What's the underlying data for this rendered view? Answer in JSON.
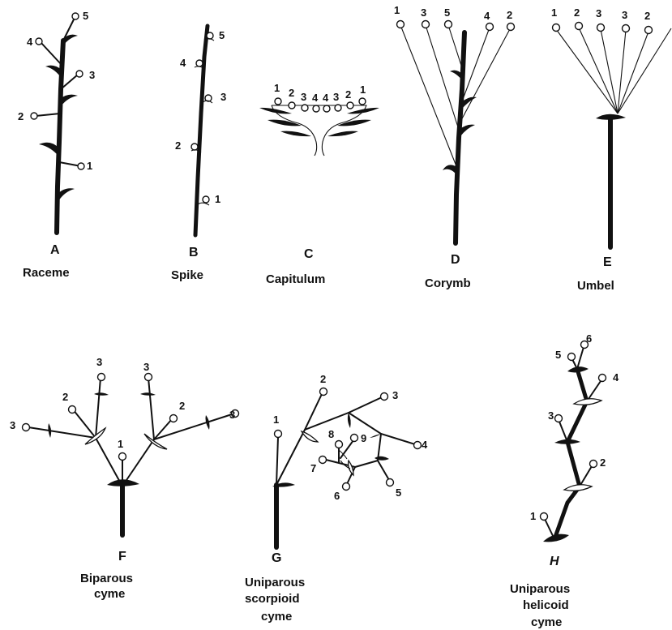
{
  "panels": {
    "A": {
      "letter": "A",
      "caption": "Raceme",
      "numbers": [
        "1",
        "2",
        "3",
        "4",
        "5"
      ]
    },
    "B": {
      "letter": "B",
      "caption": "Spike",
      "numbers": [
        "1",
        "2",
        "3",
        "4",
        "5"
      ]
    },
    "C": {
      "letter": "C",
      "caption": "Capitulum",
      "numbers": [
        "1",
        "2",
        "3",
        "4",
        "4",
        "3",
        "2",
        "1"
      ]
    },
    "D": {
      "letter": "D",
      "caption": "Corymb",
      "numbers": [
        "1",
        "3",
        "5",
        "4",
        "2"
      ]
    },
    "E": {
      "letter": "E",
      "caption": "Umbel",
      "numbers": [
        "1",
        "2",
        "3",
        "3",
        "2"
      ]
    },
    "F": {
      "letter": "F",
      "caption_lines": [
        "Biparous",
        "cyme"
      ],
      "numbers": [
        "1",
        "2",
        "2",
        "3",
        "3",
        "3",
        "3"
      ]
    },
    "G": {
      "letter": "G",
      "caption_lines": [
        "Uniparous",
        "scorpioid",
        "cyme"
      ],
      "numbers": [
        "1",
        "2",
        "3",
        "4",
        "5",
        "6",
        "7",
        "8",
        "9"
      ]
    },
    "H": {
      "letter": "H",
      "caption_lines": [
        "Uniparous",
        "helicoid",
        "cyme"
      ],
      "numbers": [
        "1",
        "2",
        "3",
        "4",
        "5",
        "6"
      ]
    }
  }
}
